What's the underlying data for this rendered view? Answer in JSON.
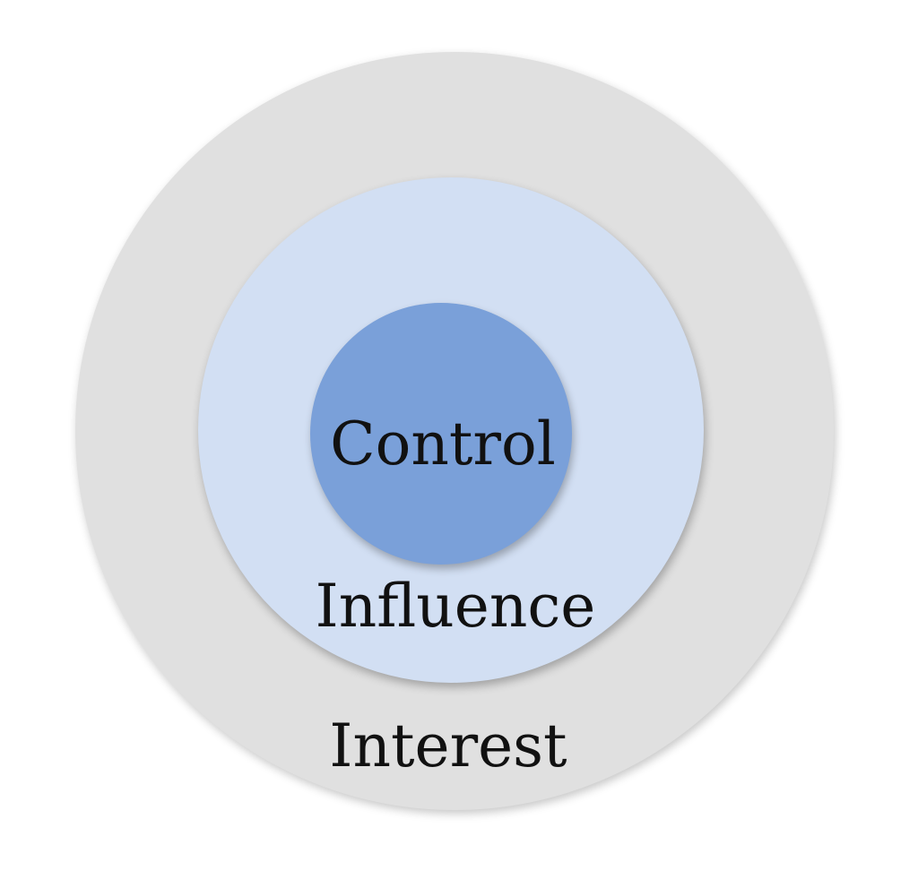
{
  "diagram": {
    "rings": [
      {
        "id": "interest",
        "label": "Interest",
        "color": "#e0e0e0"
      },
      {
        "id": "influence",
        "label": "Influence",
        "color": "#d2dff3"
      },
      {
        "id": "control",
        "label": "Control",
        "color": "#7aa0d9"
      }
    ]
  }
}
